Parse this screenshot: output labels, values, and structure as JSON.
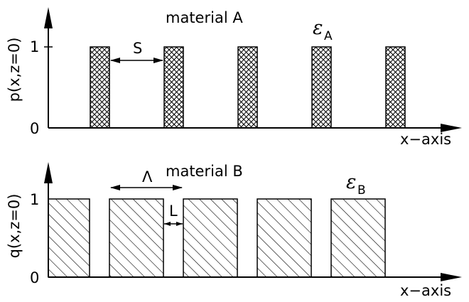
{
  "panel_a": {
    "material_label": "material A",
    "y_axis_label": "p(x,z=0)",
    "x_axis_label": "x−axis",
    "tick_1": "1",
    "tick_0": "0",
    "spacing_label": "S",
    "eps_symbol": "ε",
    "eps_subscript": "A",
    "fill_pattern": "crosshatch",
    "bar_count": 5
  },
  "panel_b": {
    "material_label": "material B",
    "y_axis_label": "q(x,z=0)",
    "x_axis_label": "x−axis",
    "tick_1": "1",
    "tick_0": "0",
    "period_label": "Λ",
    "gap_label": "L",
    "eps_symbol": "ε",
    "eps_subscript": "B",
    "fill_pattern": "diagonal-hatch",
    "bar_count": 5
  }
}
